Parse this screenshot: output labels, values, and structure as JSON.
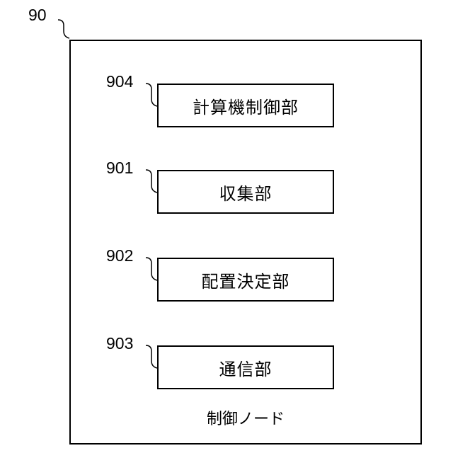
{
  "diagram": {
    "outer": {
      "ref": "90",
      "caption": "制御ノード"
    },
    "blocks": [
      {
        "ref": "904",
        "label": "計算機制御部"
      },
      {
        "ref": "901",
        "label": "収集部"
      },
      {
        "ref": "902",
        "label": "配置決定部"
      },
      {
        "ref": "903",
        "label": "通信部"
      }
    ]
  }
}
